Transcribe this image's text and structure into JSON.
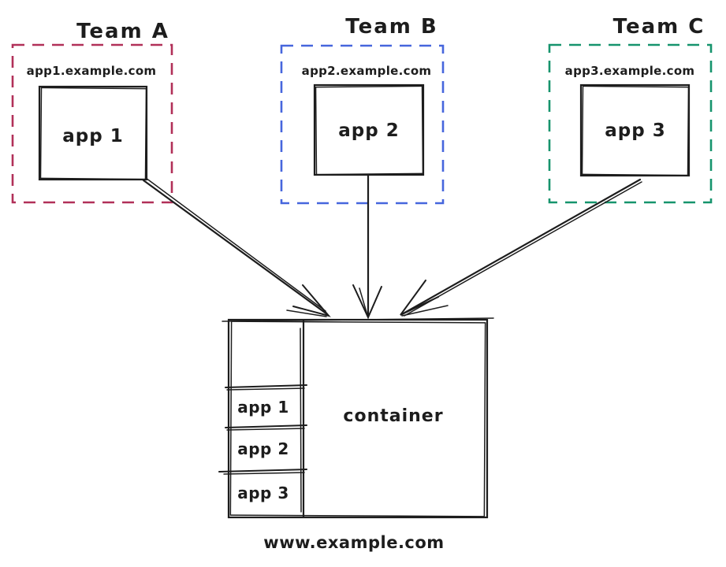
{
  "diagram": {
    "title_implicit": "micro-frontends routed into one container",
    "ink_color": "#1d1d1d",
    "background_color": "#ffffff",
    "teams": [
      {
        "name": "Team A",
        "domain": "app1.example.com",
        "app": "app 1",
        "color": "#b13059"
      },
      {
        "name": "Team B",
        "domain": "app2.example.com",
        "app": "app 2",
        "color": "#4666dd"
      },
      {
        "name": "Team C",
        "domain": "app3.example.com",
        "app": "app 3",
        "color": "#16946d"
      }
    ],
    "container": {
      "label": "container",
      "sidebar_items": [
        "app 1",
        "app 2",
        "app 3"
      ],
      "domain": "www.example.com"
    },
    "connections": [
      {
        "from": "app 1",
        "to": "container"
      },
      {
        "from": "app 2",
        "to": "container"
      },
      {
        "from": "app 3",
        "to": "container"
      }
    ]
  }
}
